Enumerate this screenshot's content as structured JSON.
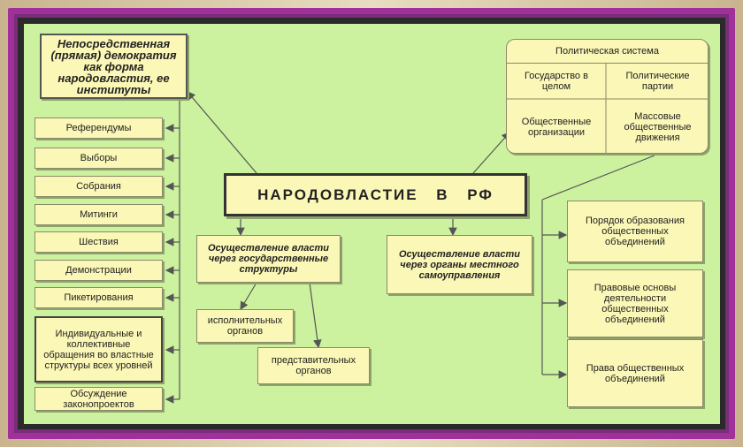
{
  "center": {
    "title": "НАРОДОВЛАСТИЕ  В РФ"
  },
  "direct_democracy": {
    "title": "Непосредственная (прямая) демократия как форма народовластия, ее институты",
    "items": [
      "Референдумы",
      "Выборы",
      "Собрания",
      "Митинги",
      "Шествия",
      "Демонстрации",
      "Пикетирования",
      "Индивидуальные и коллективные обращения во властные структуры всех уровней",
      "Обсуждение законопроектов"
    ]
  },
  "state_power": {
    "title": "Осуществление власти через государственные структуры",
    "sub": [
      "исполнительных органов",
      "представительных органов"
    ]
  },
  "local_power": {
    "title": "Осуществление власти через органы местного самоуправления"
  },
  "political_system": {
    "title": "Политическая система",
    "cells": [
      "Государство в целом",
      "Политические партии",
      "Общественные организации",
      "Массовые общественные движения"
    ]
  },
  "public_associations": [
    "Порядок образования общественных объединений",
    "Правовые основы деятельности общественных объединений",
    "Права общественных объединений"
  ],
  "colors": {
    "background": "#cdf29f",
    "box_fill": "#fbf7b6",
    "frame_purple": "#a0309a",
    "frame_dark": "#2a2a2a"
  }
}
